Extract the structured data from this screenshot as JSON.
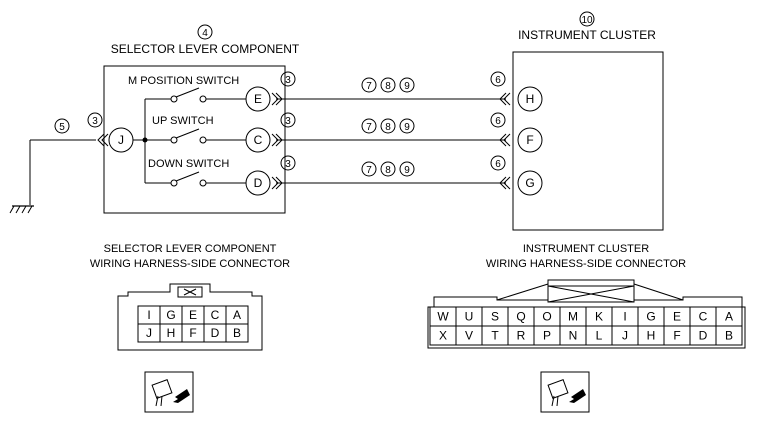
{
  "components": {
    "selector": {
      "num": "4",
      "title": "SELECTOR LEVER COMPONENT"
    },
    "cluster": {
      "num": "10",
      "title": "INSTRUMENT CLUSTER"
    }
  },
  "switches": [
    {
      "label": "M POSITION SWITCH",
      "terminal": "E"
    },
    {
      "label": "UP SWITCH",
      "terminal": "C"
    },
    {
      "label": "DOWN SWITCH",
      "terminal": "D"
    }
  ],
  "ground_terminal": "J",
  "cluster_terminals": [
    "H",
    "F",
    "G"
  ],
  "callouts": {
    "ground_wire": "5",
    "connector_selector": "3",
    "connector_cluster": "6",
    "wire_refs": [
      "7",
      "8",
      "9"
    ]
  },
  "connector_views": {
    "selector": {
      "title_line1": "SELECTOR LEVER COMPONENT",
      "title_line2": "WIRING HARNESS-SIDE CONNECTOR",
      "rows": [
        [
          "I",
          "G",
          "E",
          "C",
          "A"
        ],
        [
          "J",
          "H",
          "F",
          "D",
          "B"
        ]
      ]
    },
    "cluster": {
      "title_line1": "INSTRUMENT CLUSTER",
      "title_line2": "WIRING HARNESS-SIDE CONNECTOR",
      "rows": [
        [
          "W",
          "U",
          "S",
          "Q",
          "O",
          "M",
          "K",
          "I",
          "G",
          "E",
          "C",
          "A"
        ],
        [
          "X",
          "V",
          "T",
          "R",
          "P",
          "N",
          "L",
          "J",
          "H",
          "F",
          "D",
          "B"
        ]
      ]
    }
  },
  "icons": [
    "connector-plug-icon",
    "ground-symbol-icon",
    "switch-icon"
  ]
}
